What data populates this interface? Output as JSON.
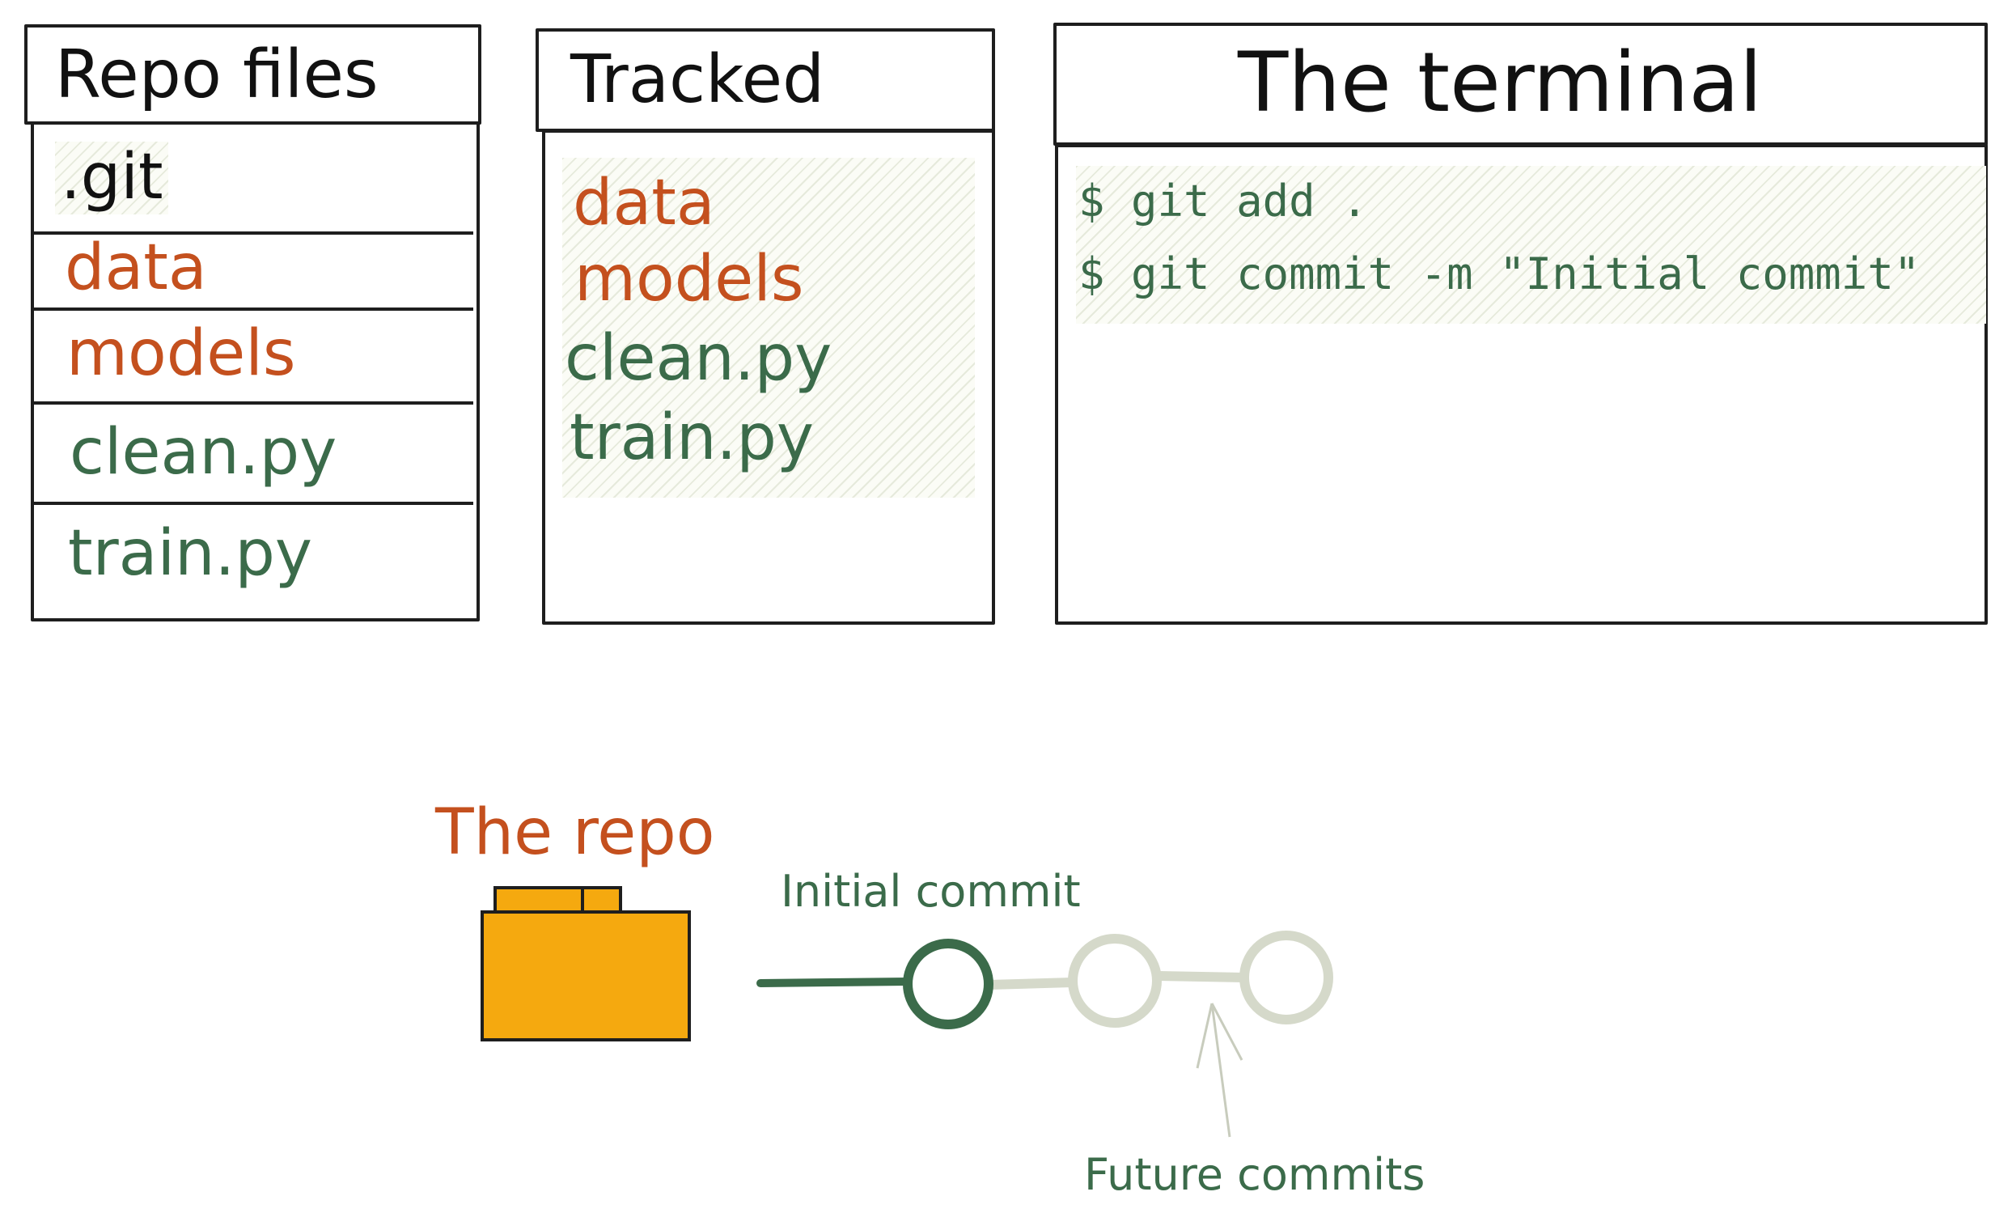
{
  "repo_files": {
    "title": "Repo files",
    "items": [
      ".git",
      "data",
      "models",
      "clean.py",
      "train.py"
    ]
  },
  "tracked": {
    "title": "Tracked",
    "items": [
      "data",
      "models",
      "clean.py",
      "train.py"
    ]
  },
  "terminal": {
    "title": "The terminal",
    "lines": [
      "$ git add .",
      "$ git commit -m \"Initial commit\""
    ]
  },
  "repo": {
    "label": "The repo",
    "initial_commit_label": "Initial commit",
    "future_commits_label": "Future commits"
  },
  "colors": {
    "accent_orange": "#c4501e",
    "tracked_green": "#3b6b4a",
    "folder_yellow": "#f5a90f",
    "future_grey": "#d5d9ca"
  }
}
